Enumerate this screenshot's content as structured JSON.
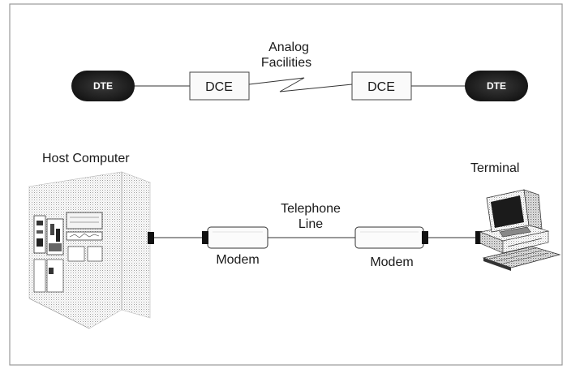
{
  "top_row": {
    "dte_left": "DTE",
    "dce_left": "DCE",
    "link_label_line1": "Analog",
    "link_label_line2": "Facilities",
    "dce_right": "DCE",
    "dte_right": "DTE"
  },
  "bottom_row": {
    "host_label": "Host Computer",
    "terminal_label": "Terminal",
    "line_label_line1": "Telephone",
    "line_label_line2": "Line",
    "modem_left": "Modem",
    "modem_right": "Modem"
  },
  "colors": {
    "border": "#9a9a9a",
    "line": "#333333",
    "pill": "#1c1c1c",
    "stipple": "#bdbdbd"
  },
  "icons": [
    "host-computer-icon",
    "terminal-icon",
    "modem-icon",
    "connector-icon"
  ]
}
